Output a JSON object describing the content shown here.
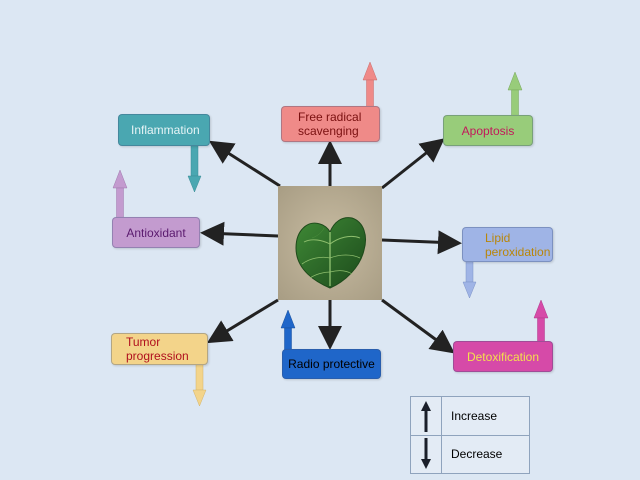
{
  "center_image": "betel-leaf-photo",
  "effects": {
    "inflammation": {
      "label": "Inflammation",
      "direction": "decrease",
      "color": "#4aa7b1",
      "text_color": "#e6f4f6"
    },
    "free_radical": {
      "label": "Free radical\nscavenging",
      "direction": "increase",
      "color": "#ef8a88",
      "text_color": "#7a1010"
    },
    "apoptosis": {
      "label": "Apoptosis",
      "direction": "increase",
      "color": "#98cc7a",
      "text_color": "#c2185b"
    },
    "antioxidant": {
      "label": "Antioxidant",
      "direction": "increase",
      "color": "#c39bcf",
      "text_color": "#5a1a6e"
    },
    "lipid_peroxidation": {
      "label": "Lipid\nperoxidation",
      "direction": "decrease",
      "color": "#9fb4e6",
      "text_color": "#b8860b"
    },
    "tumor_progression": {
      "label": "Tumor\nprogression",
      "direction": "decrease",
      "color": "#f3d48a",
      "text_color": "#b0101e"
    },
    "radio_protective": {
      "label": "Radio protective",
      "direction": "increase",
      "color": "#1f66c9",
      "text_color": "#000000"
    },
    "detoxification": {
      "label": "Detoxification",
      "direction": "increase",
      "color": "#d64aa8",
      "text_color": "#f4e04d"
    }
  },
  "legend": {
    "increase_label": "Increase",
    "decrease_label": "Decrease"
  },
  "colors": {
    "background": "#dce7f3",
    "connector": "#222222",
    "leaf": "#2e6b2a"
  }
}
